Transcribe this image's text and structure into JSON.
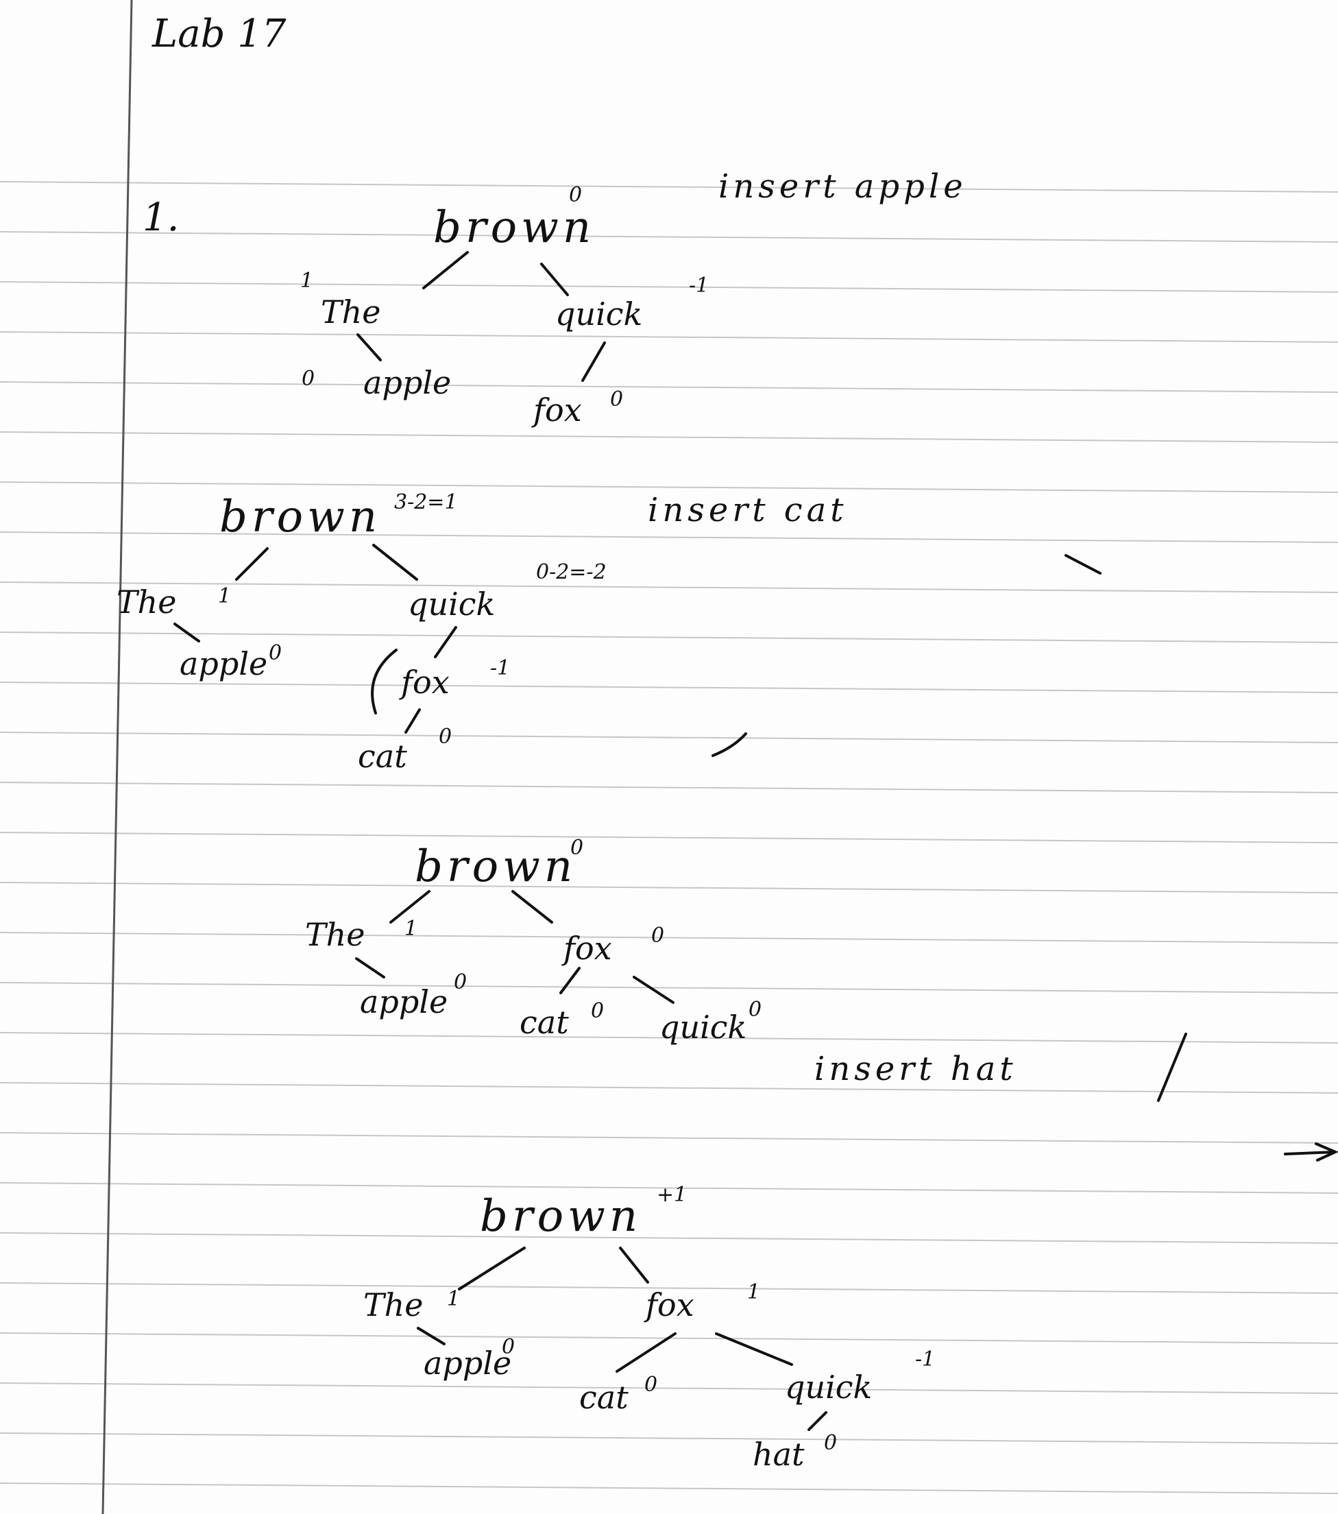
{
  "title": "Lab 17",
  "problem_number": "1.",
  "steps": [
    {
      "label": "insert apple",
      "nodes": {
        "root": "brown",
        "l": "The",
        "r": "quick",
        "lr": "apple",
        "rl": "fox"
      },
      "balances": {
        "root": "0",
        "l": "1",
        "r": "-1",
        "lr": "0",
        "rl": "0"
      }
    },
    {
      "label": "insert cat",
      "nodes": {
        "root": "brown",
        "l": "The",
        "r": "quick",
        "lr": "apple",
        "rl": "fox",
        "rll": "cat"
      },
      "balances": {
        "root": "3-2=1",
        "l": "1",
        "r": "0-2=-2",
        "lr": "0",
        "rl": "-1",
        "rll": "0"
      }
    },
    {
      "label": "",
      "nodes": {
        "root": "brown",
        "l": "The",
        "r": "fox",
        "lr": "apple",
        "rl": "cat",
        "rr": "quick"
      },
      "balances": {
        "root": "0",
        "l": "1",
        "r": "0",
        "lr": "0",
        "rl": "0",
        "rr": "0"
      }
    },
    {
      "label": "insert hat",
      "nodes": {
        "root": "brown",
        "l": "The",
        "r": "fox",
        "lr": "apple",
        "rl": "cat",
        "rr": "quick",
        "rrl": "hat"
      },
      "balances": {
        "root": "+1",
        "l": "1",
        "r": "1",
        "lr": "0",
        "rl": "0",
        "rr": "-1",
        "rrl": "0"
      }
    }
  ]
}
